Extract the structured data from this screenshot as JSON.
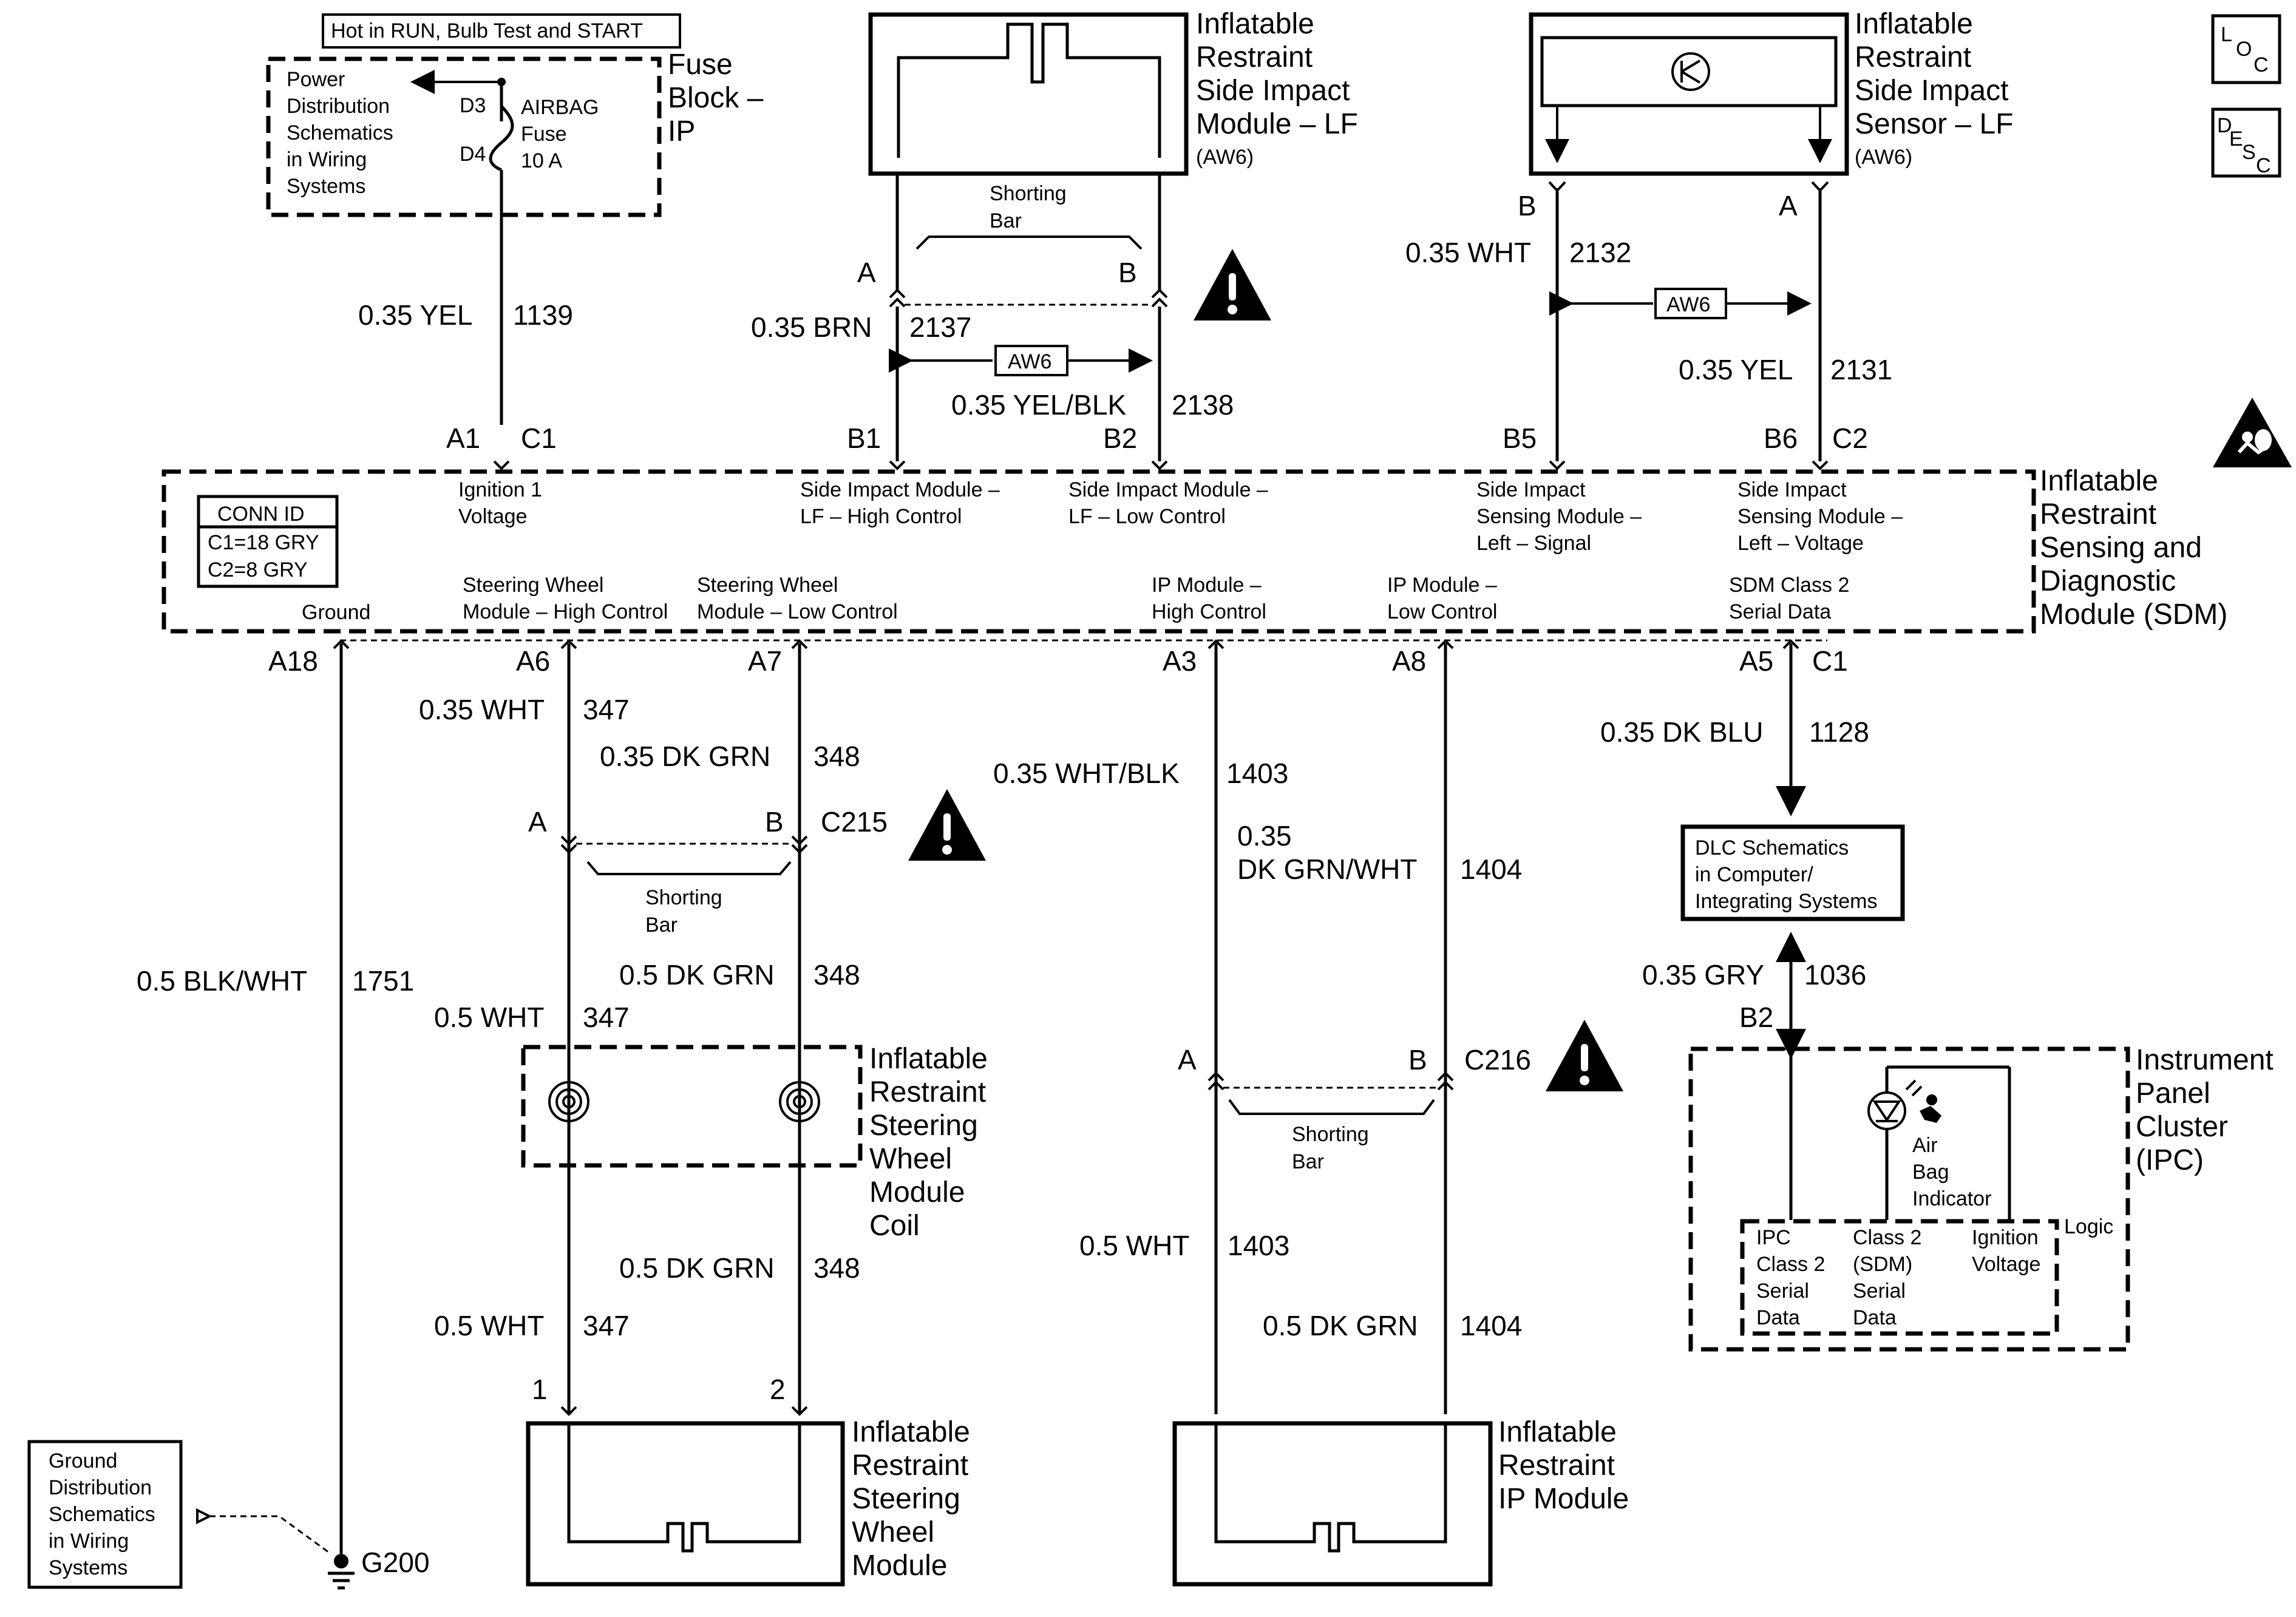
{
  "header": {
    "power_note": "Hot in RUN, Bulb Test and START",
    "loc_icon": "L O C",
    "desc_icon": "D E S C"
  },
  "fuse_block": {
    "title": [
      "Fuse",
      "Block –",
      "IP"
    ],
    "power_ref": [
      "Power",
      "Distribution",
      "Schematics",
      "in Wiring",
      "Systems"
    ],
    "terminal_top": "D3",
    "terminal_bottom": "D4",
    "fuse_label": [
      "AIRBAG",
      "Fuse",
      "10 A"
    ]
  },
  "side_module_lf": {
    "title": [
      "Inflatable",
      "Restraint",
      "Side Impact",
      "Module – LF"
    ],
    "option": "(AW6)",
    "shorting_bar": [
      "Shorting",
      "Bar"
    ],
    "pin_a": "A",
    "pin_b": "B"
  },
  "side_sensor_lf": {
    "title": [
      "Inflatable",
      "Restraint",
      "Side Impact",
      "Sensor – LF"
    ],
    "option": "(AW6)",
    "pin_a": "A",
    "pin_b": "B"
  },
  "wires": {
    "w1139": {
      "gauge": "0.35 YEL",
      "circuit": "1139"
    },
    "w2137": {
      "gauge": "0.35 BRN",
      "circuit": "2137"
    },
    "w2138": {
      "gauge": "0.35 YEL/BLK",
      "circuit": "2138"
    },
    "w2132": {
      "gauge": "0.35 WHT",
      "circuit": "2132"
    },
    "w2131": {
      "gauge": "0.35 YEL",
      "circuit": "2131"
    },
    "w1751": {
      "gauge": "0.5 BLK/WHT",
      "circuit": "1751"
    },
    "w347a": {
      "gauge": "0.35 WHT",
      "circuit": "347"
    },
    "w348a": {
      "gauge": "0.35 DK GRN",
      "circuit": "348"
    },
    "w348b": {
      "gauge": "0.5 DK GRN",
      "circuit": "348"
    },
    "w347b": {
      "gauge": "0.5 WHT",
      "circuit": "347"
    },
    "w348c": {
      "gauge": "0.5 DK GRN",
      "circuit": "348"
    },
    "w347c": {
      "gauge": "0.5 WHT",
      "circuit": "347"
    },
    "w1403a": {
      "gauge": "0.35 WHT/BLK",
      "circuit": "1403"
    },
    "w1404a": {
      "gauge_line1": "0.35",
      "gauge_line2": "DK GRN/WHT",
      "circuit": "1404"
    },
    "w1403b": {
      "gauge": "0.5 WHT",
      "circuit": "1403"
    },
    "w1404b": {
      "gauge": "0.5 DK GRN",
      "circuit": "1404"
    },
    "w1128": {
      "gauge": "0.35 DK BLU",
      "circuit": "1128"
    },
    "w1036": {
      "gauge": "0.35 GRY",
      "circuit": "1036"
    }
  },
  "option_tag": "AW6",
  "sdm": {
    "title": [
      "Inflatable",
      "Restraint",
      "Sensing and",
      "Diagnostic",
      "Module (SDM)"
    ],
    "conn_id": [
      "CONN ID",
      "C1=18 GRY",
      "C2=8 GRY"
    ],
    "top_pins": {
      "a1": "A1",
      "c1": "C1",
      "b1": "B1",
      "b2": "B2",
      "b5": "B5",
      "b6": "B6",
      "c2": "C2"
    },
    "bottom_pins": {
      "a18": "A18",
      "a6": "A6",
      "a7": "A7",
      "a3": "A3",
      "a8": "A8",
      "a5": "A5",
      "c1": "C1"
    },
    "top_labels": {
      "ignition": [
        "Ignition 1",
        "Voltage"
      ],
      "side_high": [
        "Side Impact Module –",
        "LF – High Control"
      ],
      "side_low": [
        "Side Impact Module –",
        "LF – Low Control"
      ],
      "sense_signal": [
        "Side Impact",
        "Sensing Module –",
        "Left – Signal"
      ],
      "sense_voltage": [
        "Side Impact",
        "Sensing Module –",
        "Left – Voltage"
      ]
    },
    "bottom_labels": {
      "ground": "Ground",
      "sw_high": [
        "Steering Wheel",
        "Module – High Control"
      ],
      "sw_low": [
        "Steering Wheel",
        "Module – Low Control"
      ],
      "ip_high": [
        "IP Module –",
        "High Control"
      ],
      "ip_low": [
        "IP Module –",
        "Low Control"
      ],
      "class2": [
        "SDM Class 2",
        "Serial Data"
      ]
    }
  },
  "c215": {
    "name": "C215",
    "pin_a": "A",
    "pin_b": "B",
    "shorting_bar": [
      "Shorting",
      "Bar"
    ]
  },
  "c216": {
    "name": "C216",
    "pin_a": "A",
    "pin_b": "B",
    "shorting_bar": [
      "Shorting",
      "Bar"
    ]
  },
  "coil": {
    "title": [
      "Inflatable",
      "Restraint",
      "Steering",
      "Wheel",
      "Module",
      "Coil"
    ]
  },
  "steering_module": {
    "title": [
      "Inflatable",
      "Restraint",
      "Steering",
      "Wheel",
      "Module"
    ],
    "pin1": "1",
    "pin2": "2"
  },
  "ip_module": {
    "title": [
      "Inflatable",
      "Restraint",
      "IP Module"
    ]
  },
  "dlc": {
    "lines": [
      "DLC Schematics",
      "in Computer/",
      "Integrating Systems"
    ]
  },
  "ipc": {
    "title": [
      "Instrument",
      "Panel",
      "Cluster",
      "(IPC)"
    ],
    "pin": "B2",
    "indicator": [
      "Air",
      "Bag",
      "Indicator"
    ],
    "logic": "Logic",
    "col1": [
      "IPC",
      "Class 2",
      "Serial",
      "Data"
    ],
    "col2": [
      "Class 2",
      "(SDM)",
      "Serial",
      "Data"
    ],
    "col3": [
      "Ignition",
      "Voltage"
    ]
  },
  "ground": {
    "ref": [
      "Ground",
      "Distribution",
      "Schematics",
      "in Wiring",
      "Systems"
    ],
    "name": "G200"
  }
}
